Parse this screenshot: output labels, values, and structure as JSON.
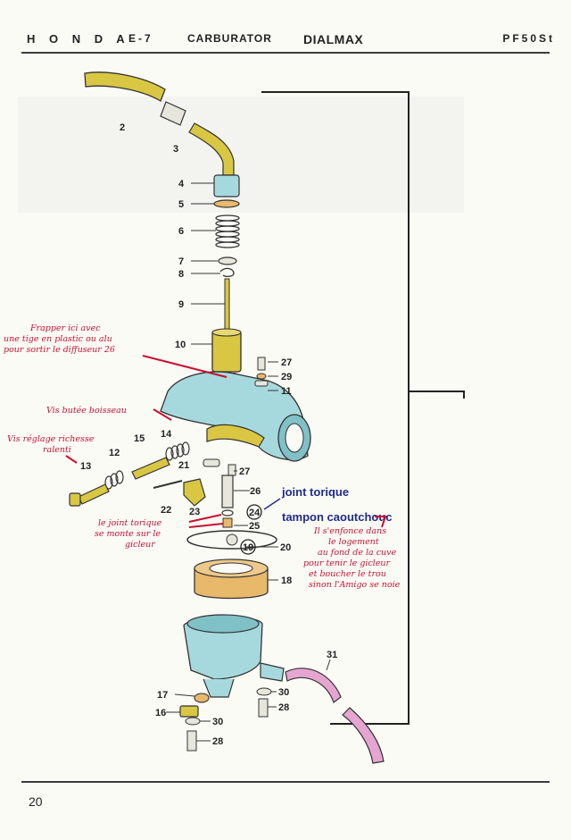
{
  "header": {
    "brand": "H O N D A",
    "section": "E-7",
    "title": "CARBURATOR",
    "overlay_title": "DIALMAX",
    "model": "PF50St"
  },
  "footer": {
    "page_number": "20"
  },
  "colors": {
    "body_blue": "#a6d9dd",
    "tube_yellow": "#d9c743",
    "cap_tan": "#e8b86b",
    "hose_pink": "#e5a5d1",
    "annotation_red": "#c8102e",
    "annotation_blue": "#1f2c8c"
  },
  "part_numbers": {
    "p2": "2",
    "p3": "3",
    "p4": "4",
    "p5": "5",
    "p6": "6",
    "p7": "7",
    "p8": "8",
    "p9": "9",
    "p10": "10",
    "p11": "11",
    "p12": "12",
    "p13": "13",
    "p14": "14",
    "p15": "15",
    "p16": "16",
    "p17": "17",
    "p18": "18",
    "p19": "19",
    "p20": "20",
    "p21": "21",
    "p22": "22",
    "p23": "23",
    "p24": "24",
    "p25": "25",
    "p26": "26",
    "p27a": "27",
    "p27b": "27",
    "p28a": "28",
    "p28b": "28",
    "p29": "29",
    "p30a": "30",
    "p30b": "30",
    "p31": "31"
  },
  "annotations": {
    "frapper": [
      "Frapper ici avec",
      "une tige en plastic ou alu",
      "pour sortir le diffuseur 26"
    ],
    "vis_butee": "Vis butée boisseau",
    "vis_reglage": [
      "Vis réglage richesse",
      "ralenti"
    ],
    "joint_torique_note": [
      "le joint torique",
      "se monte sur le",
      "gicleur"
    ],
    "joint_torique_label": "joint torique",
    "tampon_label": "tampon caoutchouc",
    "tampon_note": [
      "Il s'enfonce dans",
      "le logement",
      "au fond de la cuve",
      "pour tenir le gicleur",
      "et boucher le trou",
      "sinon l'Amigo se noie"
    ]
  }
}
